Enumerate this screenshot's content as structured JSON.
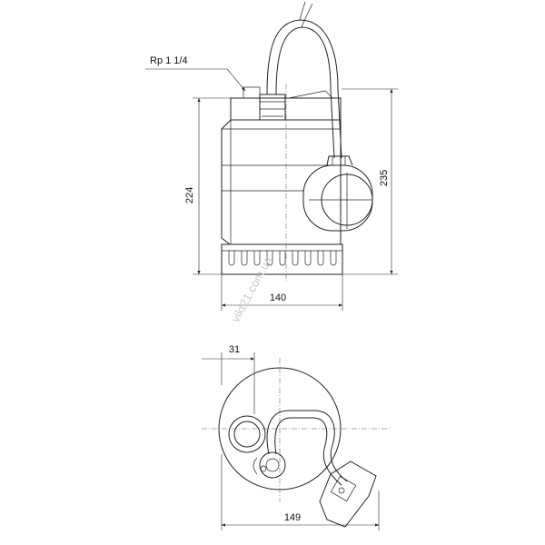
{
  "front_view": {
    "connection_label": "Rp 1 1/4",
    "height_label": "224",
    "height_total_label": "235",
    "width_label": "140"
  },
  "top_view": {
    "offset_label": "31",
    "width_label": "149"
  },
  "watermark": "vikt21.com.ua",
  "icons": {
    "arrow": "arrowhead-icon"
  }
}
